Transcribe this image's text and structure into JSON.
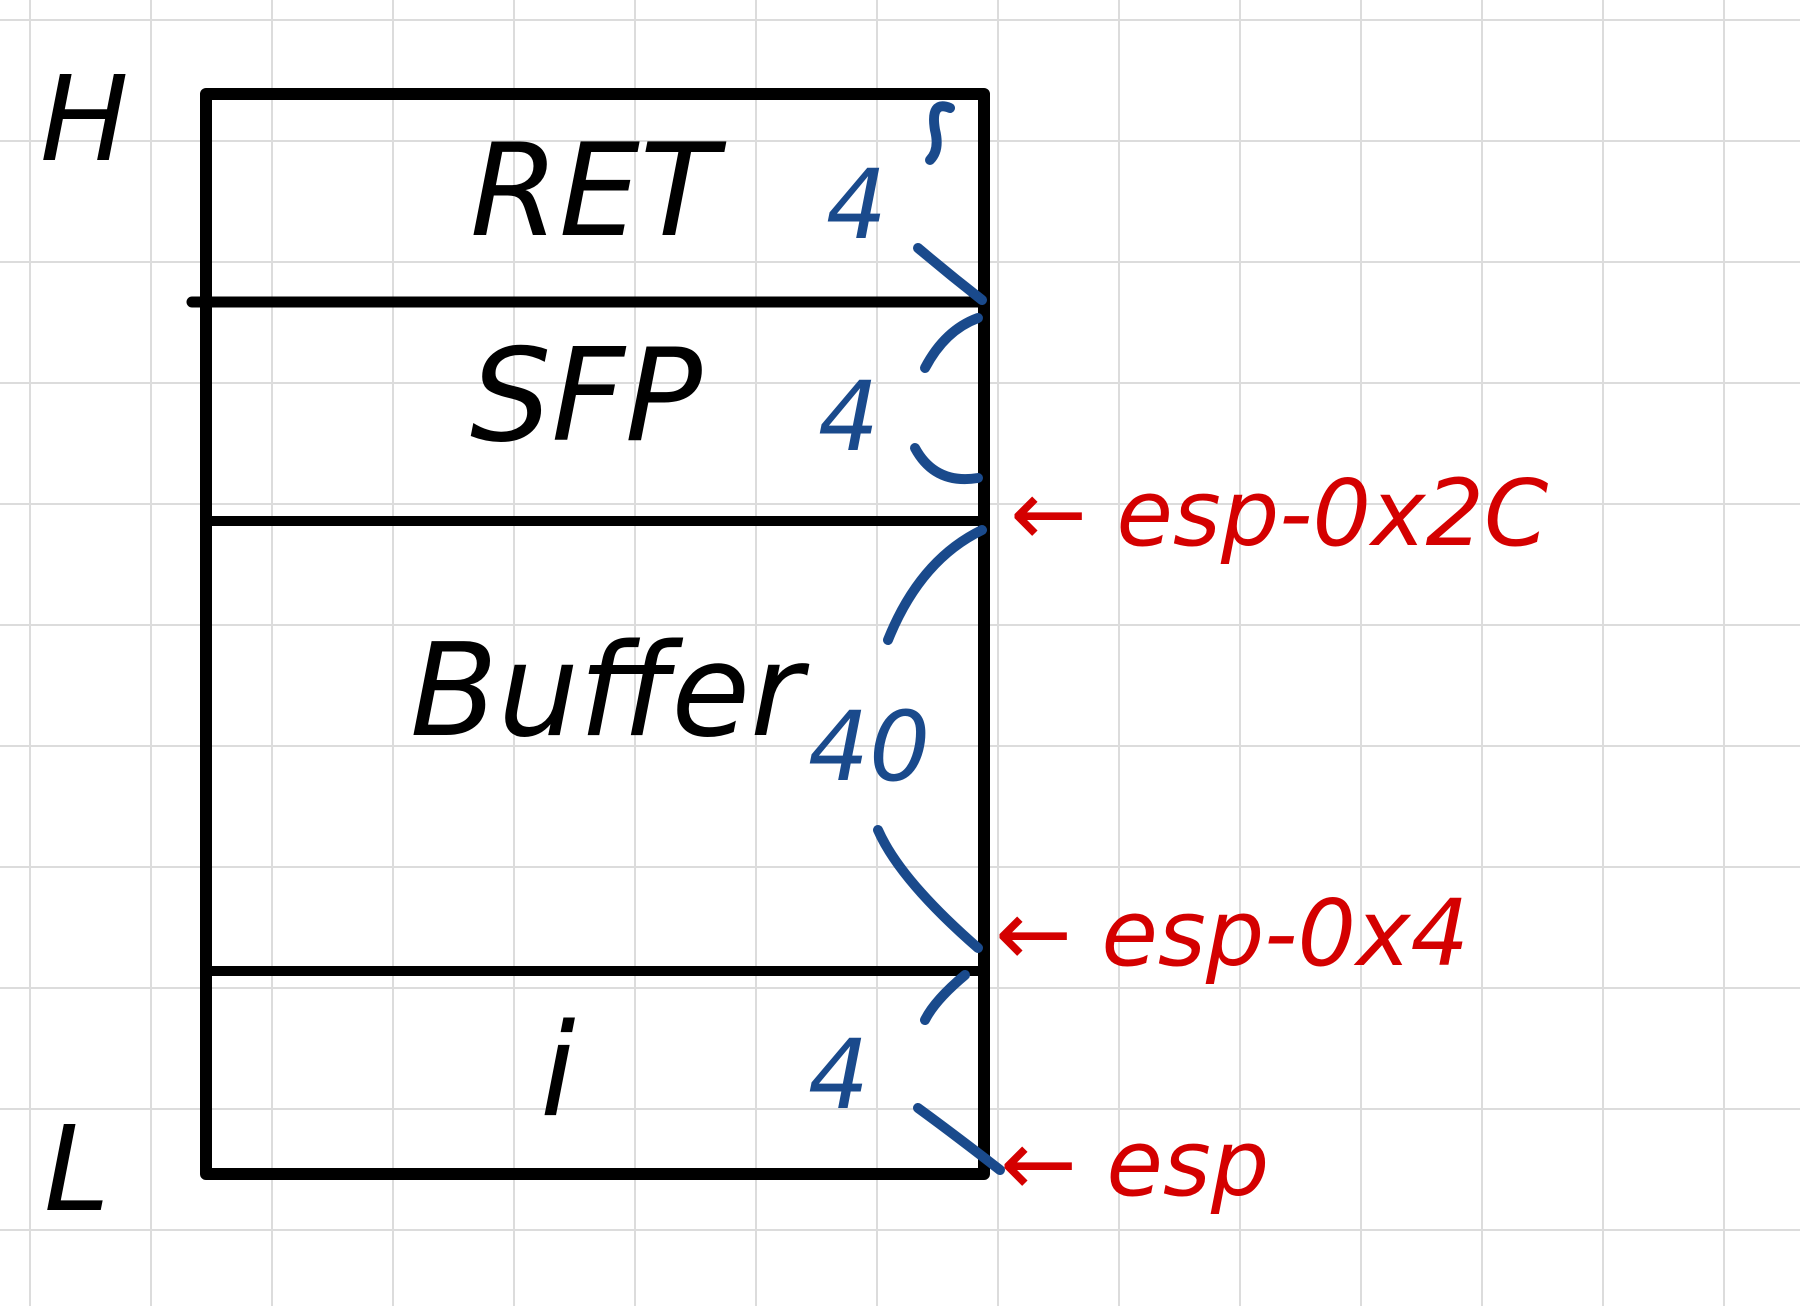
{
  "colors": {
    "ink": "#000000",
    "size_marks": "#1a4a8c",
    "pointers": "#d40000",
    "grid": "#dcdcdc"
  },
  "axis": {
    "high": "H",
    "low": "L"
  },
  "stack": [
    {
      "label": "RET",
      "size": "4"
    },
    {
      "label": "SFP",
      "size": "4"
    },
    {
      "label": "Buffer",
      "size": "40"
    },
    {
      "label": "i",
      "size": "4"
    }
  ],
  "pointers": [
    {
      "label": "← esp-0x2C"
    },
    {
      "label": "← esp-0x4"
    },
    {
      "label": "← esp"
    }
  ]
}
